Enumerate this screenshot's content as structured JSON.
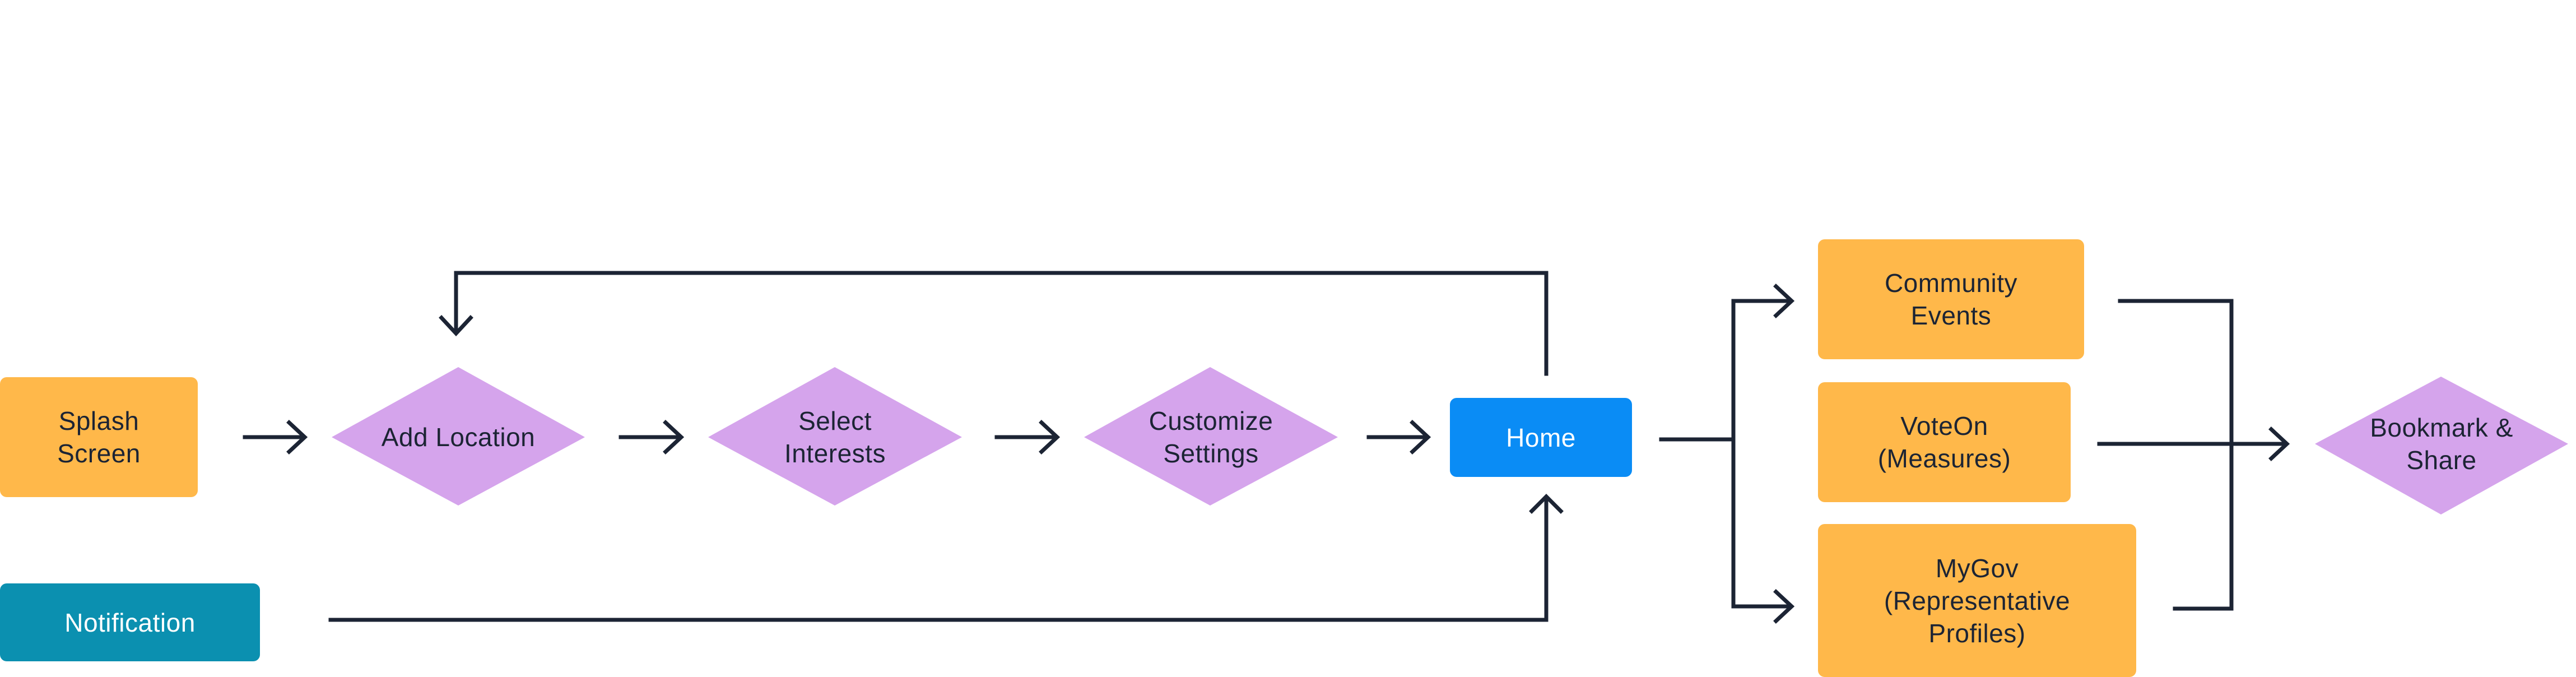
{
  "nodes": {
    "splash_screen": "Splash\nScreen",
    "notification": "Notification",
    "add_location": "Add Location",
    "select_interests": "Select\nInterests",
    "customize_settings": "Customize\nSettings",
    "home": "Home",
    "community_events": "Community\nEvents",
    "voteon_measures": "VoteOn\n(Measures)",
    "mygov_profiles": "MyGov\n(Representative\nProfiles)",
    "bookmark_share": "Bookmark &\nShare"
  },
  "colors": {
    "screen": "#ffb84a",
    "decision": "#d5a4ec",
    "home": "#0a8cf5",
    "notification": "#0b90b0",
    "connector": "#1c2434",
    "node_text": "#1c2434",
    "inverse_text": "#ffffff"
  }
}
